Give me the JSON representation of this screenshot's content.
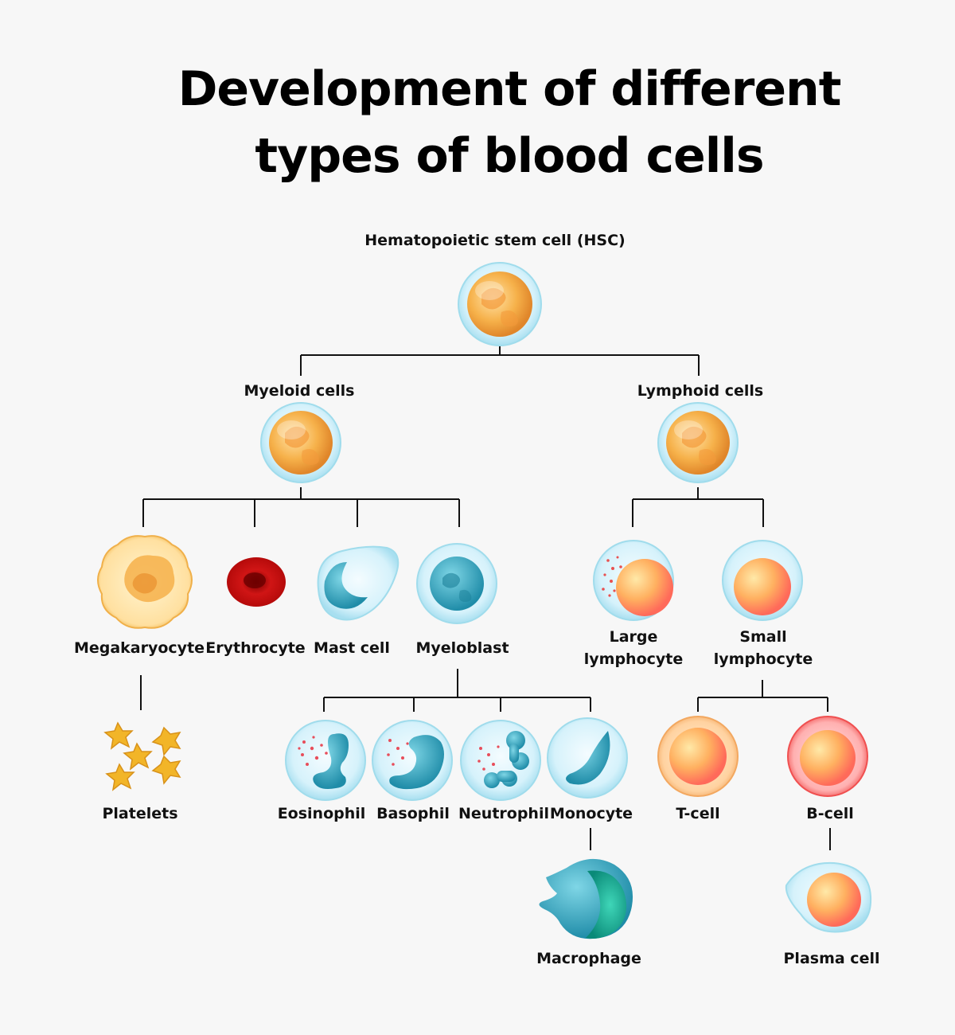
{
  "title_line1": "Development of different",
  "title_line2": "types of blood cells",
  "colors": {
    "background": "#f7f7f7",
    "stem_cell": "#f0a030",
    "red_cell": "#cc1010",
    "myeloid_cyan": "#2fa8c0",
    "lymphocyte": "#ff9a55",
    "halo": "#c8edf7",
    "platelet": "#f0b020",
    "connector": "#111111"
  },
  "nodes": {
    "hsc": "Hematopoietic stem cell (HSC)",
    "myeloid": "Myeloid cells",
    "lymphoid": "Lymphoid cells",
    "megakaryocyte": "Megakaryocyte",
    "erythrocyte": "Erythrocyte",
    "mast": "Mast cell",
    "myeloblast": "Myeloblast",
    "large_lymph_1": "Large",
    "large_lymph_2": "lymphocyte",
    "small_lymph_1": "Small",
    "small_lymph_2": "lymphocyte",
    "platelets": "Platelets",
    "eosinophil": "Eosinophil",
    "basophil": "Basophil",
    "neutrophil": "Neutrophil",
    "monocyte": "Monocyte",
    "tcell": "T-cell",
    "bcell": "B-cell",
    "macrophage": "Macrophage",
    "plasma": "Plasma cell"
  }
}
